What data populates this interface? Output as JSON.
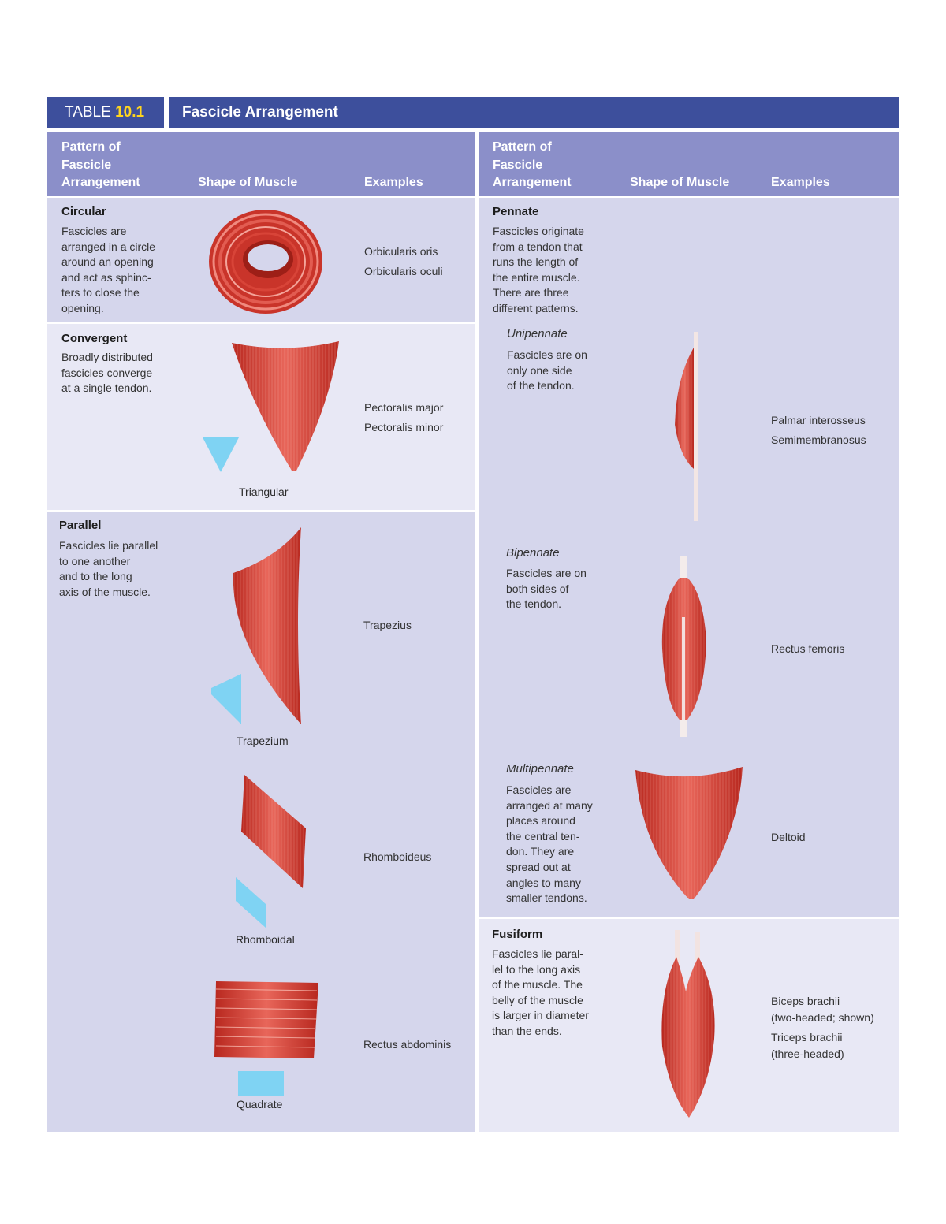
{
  "header": {
    "table_prefix": "TABLE",
    "table_number": "10.1",
    "title": "Fascicle Arrangement"
  },
  "columns": {
    "pattern_line1": "Pattern of",
    "pattern_line2": "Fascicle",
    "pattern_line3": "Arrangement",
    "shape": "Shape of Muscle",
    "examples": "Examples"
  },
  "left": {
    "circular": {
      "title": "Circular",
      "desc": [
        "Fascicles are",
        "arranged in a circle",
        "around an opening",
        "and act as sphinc-",
        "ters to close the",
        "opening."
      ],
      "examples": [
        "Orbicularis oris",
        "Orbicularis oculi"
      ]
    },
    "convergent": {
      "title": "Convergent",
      "desc": [
        "Broadly distributed",
        "fascicles converge",
        "at a single tendon."
      ],
      "shape_label": "Triangular",
      "examples": [
        "Pectoralis major",
        "Pectoralis minor"
      ]
    },
    "parallel": {
      "title": "Parallel",
      "desc": [
        "Fascicles lie parallel",
        "to one another",
        "and to the long",
        "axis of the muscle."
      ],
      "items": [
        {
          "shape_label": "Trapezium",
          "example": "Trapezius"
        },
        {
          "shape_label": "Rhomboidal",
          "example": "Rhomboideus"
        },
        {
          "shape_label": "Quadrate",
          "example": "Rectus abdominis"
        }
      ]
    }
  },
  "right": {
    "pennate": {
      "title": "Pennate",
      "desc": [
        "Fascicles originate",
        "from a tendon that",
        "runs the length of",
        "the entire muscle.",
        "There are three",
        "different patterns."
      ]
    },
    "unipennate": {
      "title": "Unipennate",
      "desc": [
        "Fascicles are on",
        "only one side",
        "of the tendon."
      ],
      "examples": [
        "Palmar interosseus",
        "Semimembranosus"
      ]
    },
    "bipennate": {
      "title": "Bipennate",
      "desc": [
        "Fascicles are on",
        "both sides of",
        "the tendon."
      ],
      "examples": [
        "Rectus femoris"
      ]
    },
    "multipennate": {
      "title": "Multipennate",
      "desc": [
        "Fascicles are",
        "arranged at many",
        "places around",
        "the central ten-",
        "don. They are",
        "spread out at",
        "angles to many",
        "smaller tendons."
      ],
      "examples": [
        "Deltoid"
      ]
    },
    "fusiform": {
      "title": "Fusiform",
      "desc": [
        "Fascicles lie paral-",
        "lel to the long axis",
        "of the muscle. The",
        "belly of the muscle",
        "is larger in diameter",
        "than the ends."
      ],
      "examples": [
        "Biceps brachii",
        "(two-headed; shown)",
        "Triceps brachii",
        "(three-headed)"
      ]
    }
  },
  "colors": {
    "header_blue": "#3d4f9c",
    "column_head": "#8b8fc9",
    "band_dark": "#d5d6ec",
    "band_light": "#e8e8f5",
    "shape_blue": "#7fd3f3",
    "muscle_red": "#d9453b",
    "number_yellow": "#ffd51e"
  }
}
